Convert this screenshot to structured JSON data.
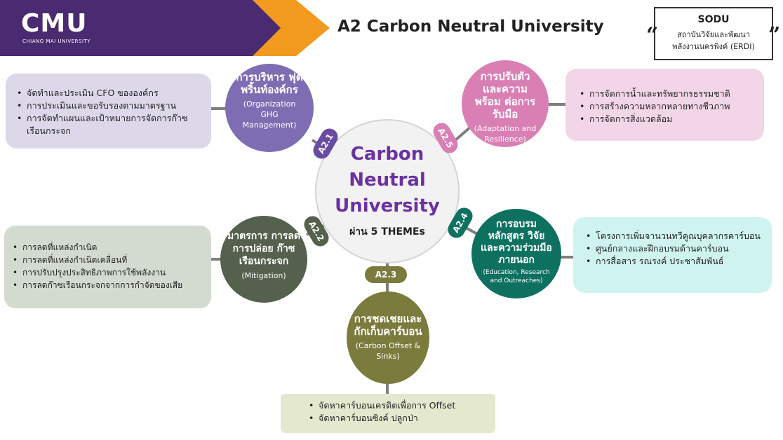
{
  "header": {
    "logo_text": "CMU",
    "logo_sub": "CHIANG MAI UNIVERSITY",
    "title": "A2 Carbon Neutral University"
  },
  "sodu": {
    "title": "SODU",
    "line1": "สถาบันวิจัยและพัฒนา",
    "line2": "พลังงานนครพิงค์ (ERDI)",
    "quote_open": "“",
    "quote_close": "”"
  },
  "center": {
    "title": "Carbon Neutral University",
    "subtitle": "ผ่าน 5 THEMEs"
  },
  "themes": [
    {
      "badge": "A2.1",
      "title": "การบริหาร ฟุตพริ้นท์องค์กร",
      "english": "(Organization GHG Management)",
      "color": "#7e6db2",
      "items": [
        "จัดทำและประเมิน CFO ขององค์กร",
        "การประเมินและขอรับรองตามมาตรฐาน",
        "การจัดทำแผนและเป้าหมายการจัดการก๊าซเรือนกระจก"
      ],
      "box_color": "#dcd8ea"
    },
    {
      "badge": "A2.2",
      "title": "มาตรการ การลดการปล่อย ก๊าซเรือนกระจก",
      "english": "(Mitigation)",
      "color": "#55604d",
      "items": [
        "การลดที่แหล่งกำเนิด",
        "การลดที่แหล่งกำเนิดเคลื่อนที่",
        "การปรับปรุงประสิทธิภาพการใช้พลังงาน",
        "การลดก๊าซเรือนกระจกจากการกำจัดของเสีย"
      ],
      "box_color": "#d3dacf"
    },
    {
      "badge": "A2.3",
      "title": "การชดเชยและ กักเก็บคาร์บอน",
      "english": "(Carbon Offset & Sinks)",
      "color": "#7a7b3d",
      "items": [
        "จัดหาคาร์บอนเครดิตเพื่อการ Offset",
        "จัดหาคาร์บอนซิงค์ ปลูกป่า"
      ],
      "box_color": "#e3e8cf"
    },
    {
      "badge": "A2.4",
      "title": "การอบรม หลักสูตร วิจัย และความร่วมมือ ภายนอก",
      "english": "(Education, Research and Outreaches)",
      "color": "#0e7160",
      "items": [
        "โครงการเพิ่มจานวนทวีคูณบุคลากรคาร์บอน",
        "ศูนย์กลางและฝึกอบรมด้านคาร์บอน",
        "การสื่อสาร รณรงค์ ประชาสัมพันธ์"
      ],
      "box_color": "#cff4ef"
    },
    {
      "badge": "A2.5",
      "title": "การปรับตัว และความพร้อม ต่อการรับมือ",
      "english": "(Adaptation and Resilience)",
      "color": "#d97fb4",
      "items": [
        "การจัดการน้ำและทรัพยากรธรรมชาติ",
        "การสร้างความหลากหลายทางชีวภาพ",
        "การจัดการสิ่งแวดล้อม"
      ],
      "box_color": "#f2d6e7"
    }
  ]
}
